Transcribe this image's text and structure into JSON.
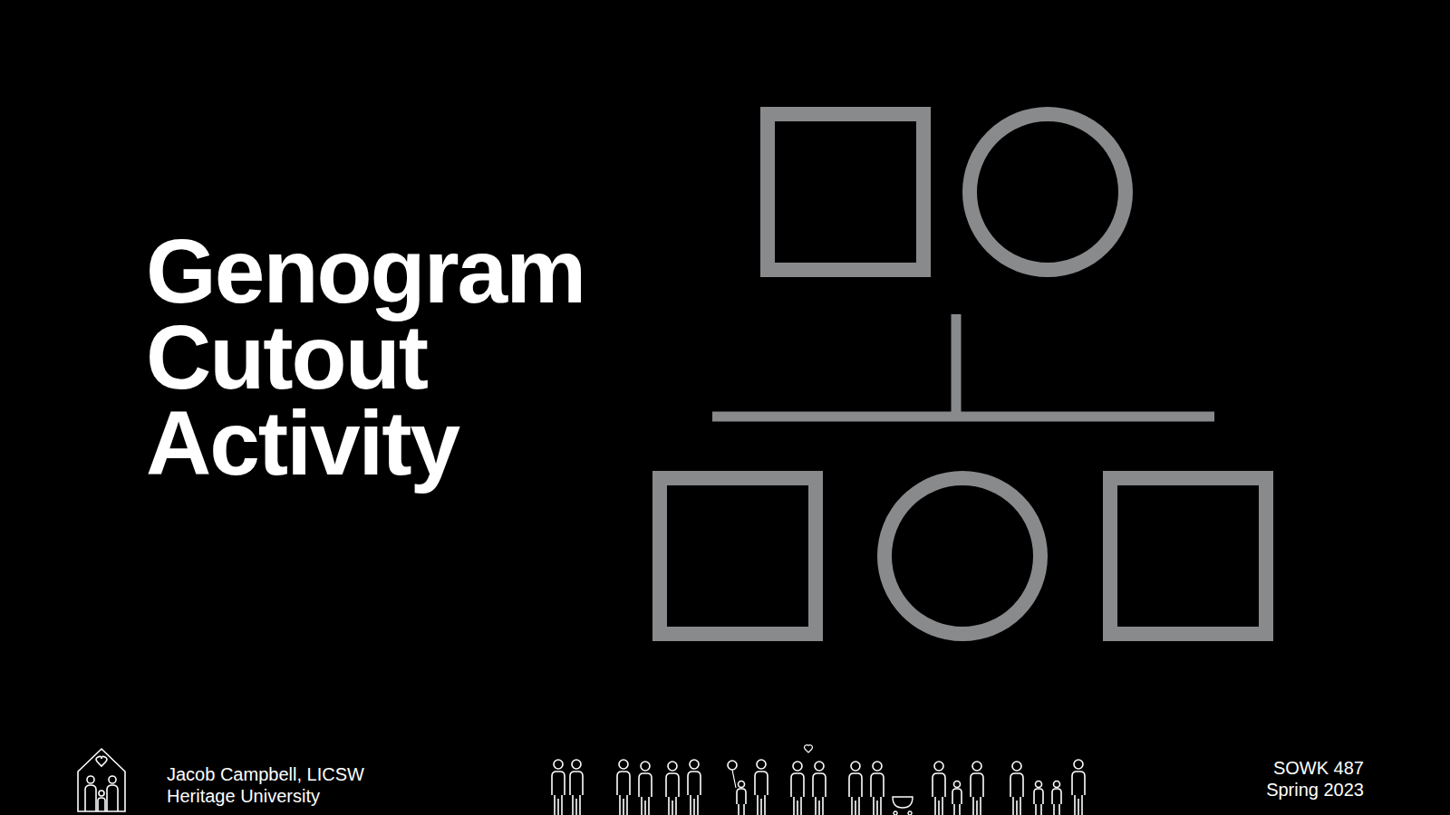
{
  "diagram": {
    "title": "Genogram Cutout Activity",
    "labels": [
      "Jacob Campbell, LICSW",
      "Heritage University",
      "SOWK 487",
      "Spring 2023"
    ]
  }
}
